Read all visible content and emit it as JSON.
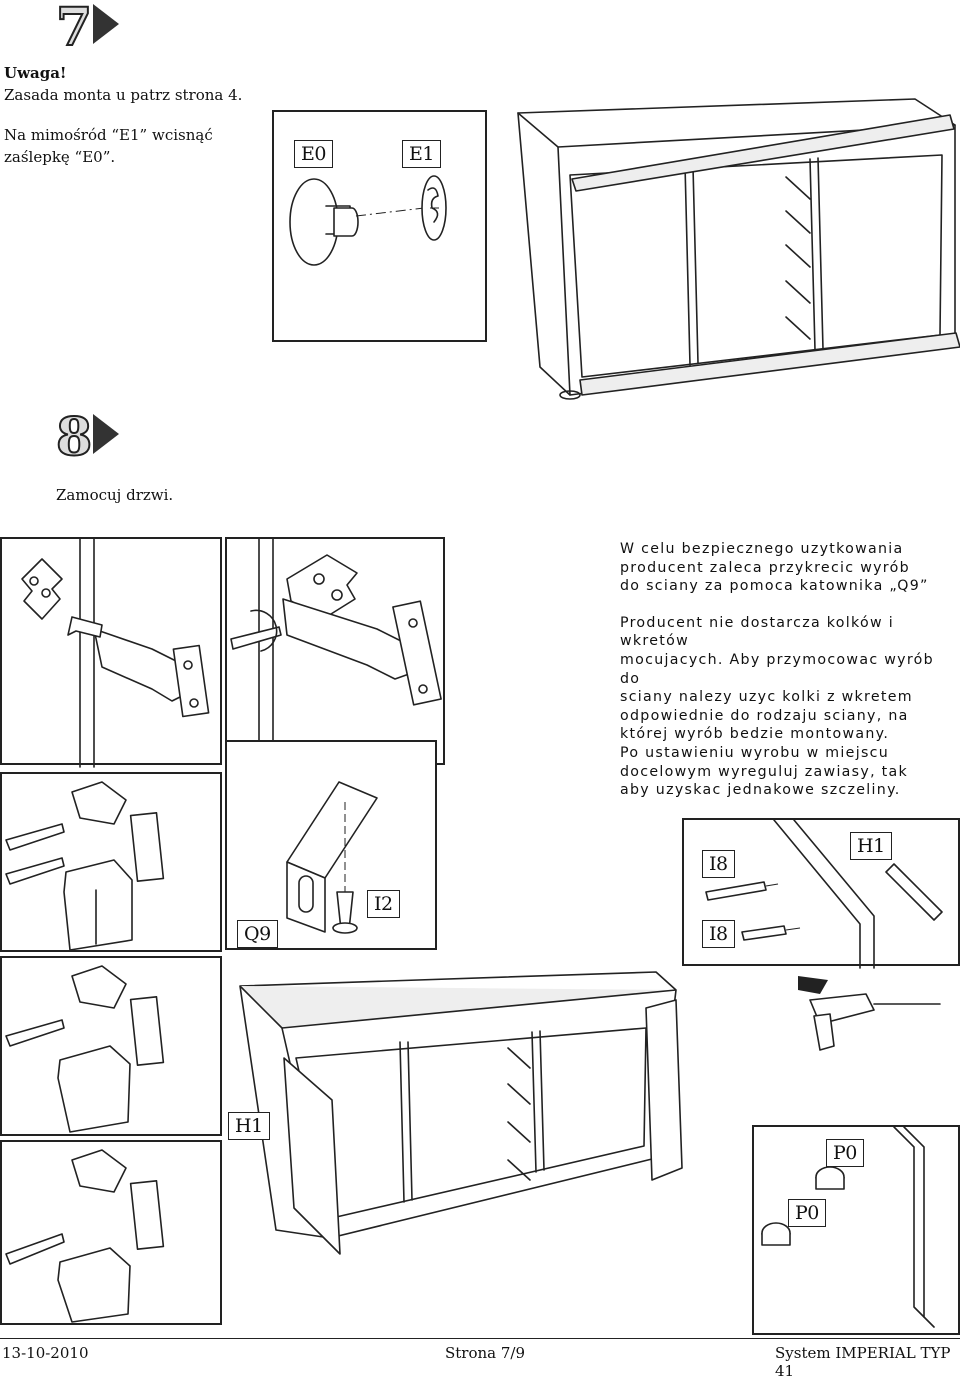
{
  "step7": {
    "number": "7",
    "note_title": "Uwaga!",
    "note_line1": "Zasada monta u patrz strona 4.",
    "note_line2": "Na mimośród “E1” wcisnąć",
    "note_line3": "zaślepkę “E0”.",
    "label_e0": "E0",
    "label_e1": "E1"
  },
  "step8": {
    "number": "8",
    "instruction": "Zamocuj drzwi.",
    "safety_text": [
      "W celu bezpiecznego uzytkowania",
      "producent zaleca przykrecic wyrób",
      "do sciany za pomoca katownika „Q9”"
    ],
    "info_text": [
      "Producent nie dostarcza kolków i wkretów",
      "mocujacych. Aby przymocowac wyrób do",
      "sciany nalezy uzyc kolki z wkretem",
      "odpowiednie do rodzaju sciany, na",
      "której wyrób bedzie montowany.",
      "Po ustawieniu wyrobu w miejscu",
      "docelowym wyreguluj zawiasy, tak",
      "aby uzyskac jednakowe szczeliny."
    ],
    "label_q9": "Q9",
    "label_i2": "I2",
    "label_i8_top": "I8",
    "label_i8_bottom": "I8",
    "label_h1_top": "H1",
    "label_h1_left": "H1",
    "label_p0_top": "P0",
    "label_p0_bottom": "P0"
  },
  "footer": {
    "date": "13-10-2010",
    "page": "Strona 7/9",
    "system": "System IMPERIAL TYP 41"
  }
}
